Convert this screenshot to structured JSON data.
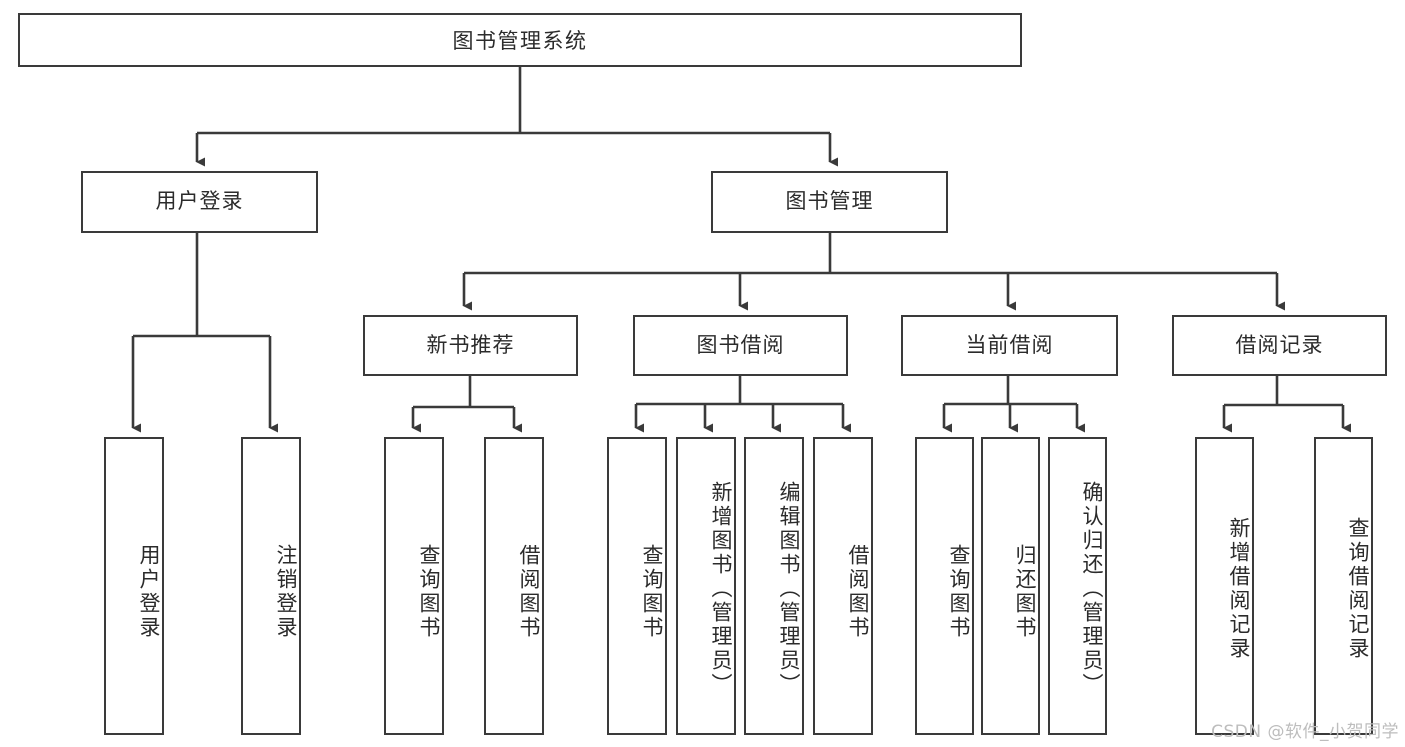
{
  "diagram": {
    "title": "图书管理系统",
    "type": "tree-hierarchy-chart",
    "watermark": "CSDN @软件_小贺同学",
    "colors": {
      "border": "#3a3a3a",
      "text": "#2b2b2b",
      "background": "#ffffff",
      "edge": "#3a3a3a",
      "watermark": "#bdbdbd"
    },
    "nodes": {
      "root": {
        "label": "图书管理系统"
      },
      "level2": [
        {
          "id": "user-login",
          "label": "用户登录"
        },
        {
          "id": "book-manage",
          "label": "图书管理"
        }
      ],
      "level3": [
        {
          "id": "new-book-recommend",
          "label": "新书推荐"
        },
        {
          "id": "book-borrow",
          "label": "图书借阅"
        },
        {
          "id": "current-borrow",
          "label": "当前借阅"
        },
        {
          "id": "borrow-record",
          "label": "借阅记录"
        }
      ],
      "leaves": {
        "user_login": [
          {
            "id": "leaf-user-login",
            "label": "用户登录"
          },
          {
            "id": "leaf-logout-login",
            "label": "注销登录"
          }
        ],
        "new_book_recommend": [
          {
            "id": "leaf-query-book-1",
            "label": "查询图书"
          },
          {
            "id": "leaf-borrow-book-1",
            "label": "借阅图书"
          }
        ],
        "book_borrow": [
          {
            "id": "leaf-query-book-2",
            "label": "查询图书"
          },
          {
            "id": "leaf-add-book",
            "label": "新增图书（管理员）"
          },
          {
            "id": "leaf-edit-book",
            "label": "编辑图书（管理员）"
          },
          {
            "id": "leaf-borrow-book-2",
            "label": "借阅图书"
          }
        ],
        "current_borrow": [
          {
            "id": "leaf-query-book-3",
            "label": "查询图书"
          },
          {
            "id": "leaf-return-book",
            "label": "归还图书"
          },
          {
            "id": "leaf-confirm-return",
            "label": "确认归还（管理员）"
          }
        ],
        "borrow_record": [
          {
            "id": "leaf-add-record",
            "label": "新增借阅记录"
          },
          {
            "id": "leaf-query-record",
            "label": "查询借阅记录"
          }
        ]
      }
    }
  }
}
